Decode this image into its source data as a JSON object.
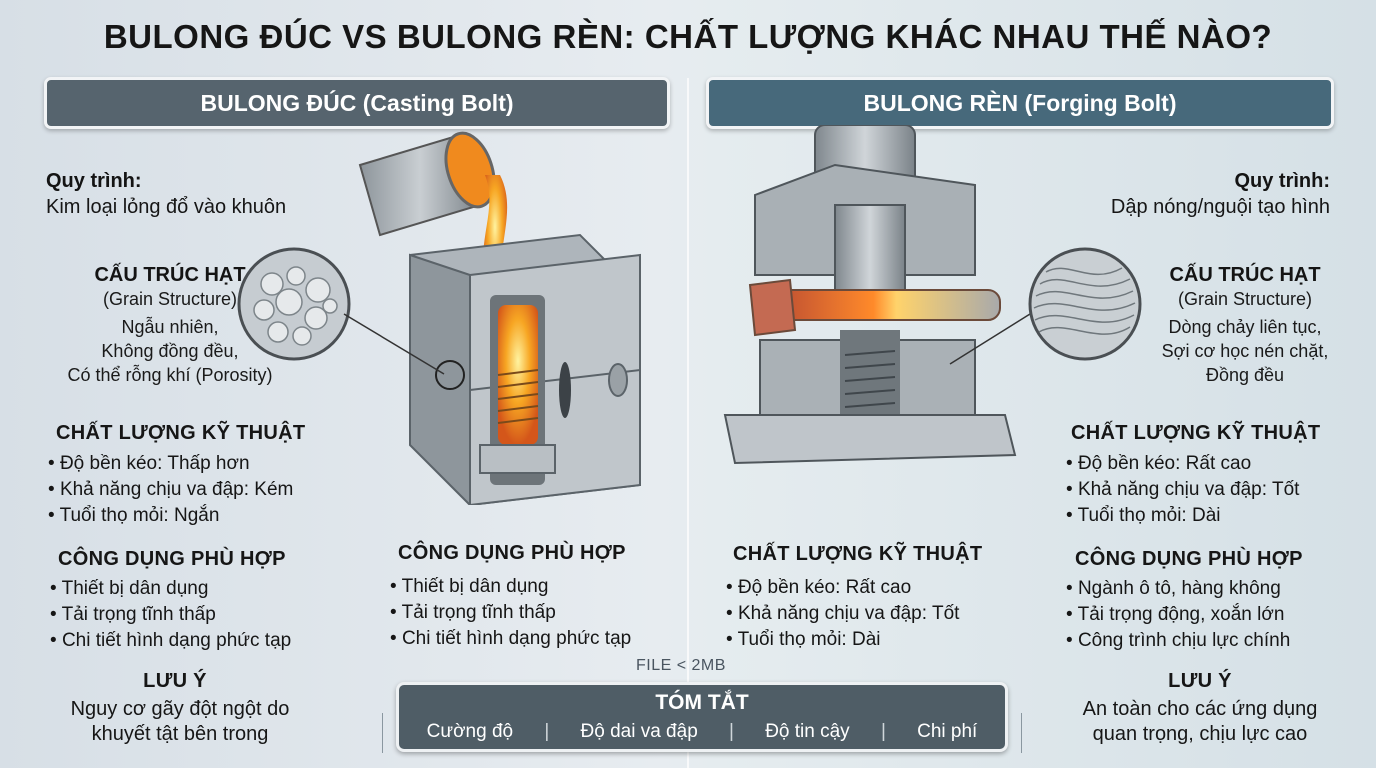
{
  "title": "BULONG ĐÚC VS BULONG RÈN: CHẤT LƯỢNG KHÁC NHAU THẾ NÀO?",
  "left": {
    "header": "BULONG ĐÚC (Casting Bolt)",
    "process_label": "Quy trình:",
    "process_text": "Kim loại lỏng đổ vào khuôn",
    "grain_title": "CẤU TRÚC HẠT",
    "grain_subtitle": "(Grain Structure)",
    "grain_lines": [
      "Ngẫu nhiên,",
      "Không đồng đều,",
      "Có thể rỗng khí (Porosity)"
    ],
    "quality_title": "CHẤT LƯỢNG KỸ THUẬT",
    "quality_items": [
      "Độ bền kéo: Thấp hơn",
      "Khả năng chịu va đập: Kém",
      "Tuổi thọ mỏi: Ngắn"
    ],
    "usage_title": "CÔNG DỤNG PHÙ HỢP",
    "usage_items": [
      "Thiết bị dân dụng",
      "Tải trọng tĩnh thấp",
      "Chi tiết hình dạng phức tạp"
    ],
    "note_title": "LƯU Ý",
    "note_lines": [
      "Nguy cơ gãy đột ngột do",
      "khuyết tật bên trong"
    ]
  },
  "middle_left": {
    "usage_title": "CÔNG DỤNG PHÙ HỢP",
    "usage_items": [
      "Thiết bị dân dụng",
      "Tải trọng tĩnh thấp",
      "Chi tiết hình dạng phức tạp"
    ]
  },
  "middle_right": {
    "quality_title": "CHẤT LƯỢNG KỸ THUẬT",
    "quality_items": [
      "Độ bền kéo: Rất cao",
      "Khả năng chịu va đập: Tốt",
      "Tuổi thọ mỏi: Dài"
    ]
  },
  "right": {
    "header": "BULONG RÈN (Forging Bolt)",
    "process_label": "Quy trình:",
    "process_text": "Dập nóng/nguội tạo hình",
    "grain_title": "CẤU TRÚC HẠT",
    "grain_subtitle": "(Grain Structure)",
    "grain_lines": [
      "Dòng chảy liên tục,",
      "Sợi cơ học nén chặt,",
      "Đồng đều"
    ],
    "quality_title": "CHẤT LƯỢNG KỸ THUẬT",
    "quality_items": [
      "Độ bền kéo: Rất cao",
      "Khả năng chịu va đập: Tốt",
      "Tuổi thọ mỏi: Dài"
    ],
    "usage_title": "CÔNG DỤNG PHÙ HỢP",
    "usage_items": [
      "Ngành ô tô, hàng không",
      "Tải trọng động, xoắn lớn",
      "Công trình chịu lực chính"
    ],
    "note_title": "LƯU Ý",
    "note_lines": [
      "An toàn cho các ứng dụng",
      "quan trọng, chịu lực cao"
    ]
  },
  "file_note": "FILE < 2MB",
  "summary": {
    "title": "TÓM TẮT",
    "items": [
      "Cường độ",
      "Độ dai va đập",
      "Độ tin cậy",
      "Chi phí"
    ]
  },
  "colors": {
    "left_header": "#56646e",
    "right_header": "#47697b",
    "summary_bg": "#4f5d66",
    "molten": "#f5a623"
  }
}
